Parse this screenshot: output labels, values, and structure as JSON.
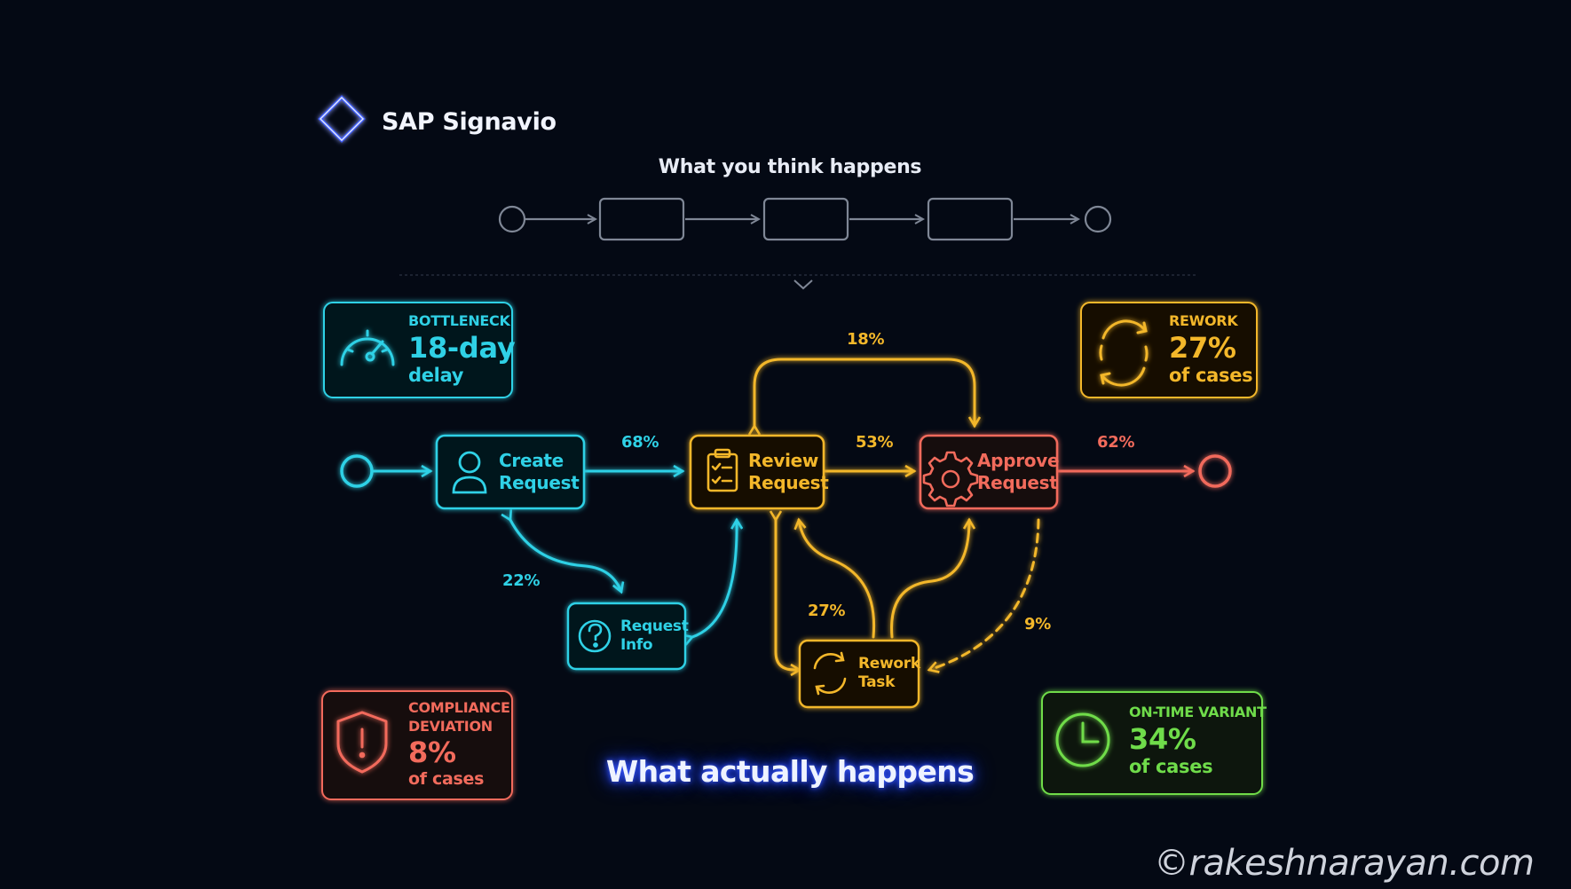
{
  "brand": {
    "name": "SAP Signavio",
    "icon": "diamond-logo-icon"
  },
  "ideal": {
    "title": "What you think happens"
  },
  "actual": {
    "title": "What actually happens"
  },
  "nodes": {
    "create": {
      "lines": [
        "Create",
        "Request"
      ],
      "icon": "user-icon",
      "color": "#2fd1e6"
    },
    "review": {
      "lines": [
        "Review",
        "Request"
      ],
      "icon": "clipboard-icon",
      "color": "#f3b72a"
    },
    "approve": {
      "lines": [
        "Approve",
        "Request"
      ],
      "icon": "gear-icon",
      "color": "#f26b5c"
    },
    "info": {
      "lines": [
        "Request",
        "Info"
      ],
      "icon": "question-icon",
      "color": "#2fd1e6"
    },
    "rework": {
      "lines": [
        "Rework",
        "Task"
      ],
      "icon": "refresh-icon",
      "color": "#f3b72a"
    }
  },
  "flows": {
    "start_create": "",
    "create_review": "68%",
    "review_approve": "53%",
    "approve_end": "62%",
    "review_approve_loop": "18%",
    "create_info": "22%",
    "review_rework": "27%",
    "approve_rework": "9%"
  },
  "metrics": {
    "bottleneck": {
      "label": "BOTTLENECK",
      "value": "18-day",
      "desc": "delay",
      "icon": "gauge-icon",
      "color": "#2fd1e6"
    },
    "rework": {
      "label": "REWORK",
      "value": "27%",
      "desc": "of cases",
      "icon": "cycle-icon",
      "color": "#f3b72a"
    },
    "compliance": {
      "label": [
        "COMPLIANCE",
        "DEVIATION"
      ],
      "value": "8%",
      "desc": "of cases",
      "icon": "shield-alert-icon",
      "color": "#f26b5c"
    },
    "ontime": {
      "label": "ON-TIME VARIANT",
      "value": "34%",
      "desc": "of cases",
      "icon": "clock-icon",
      "color": "#6fdc4a"
    }
  },
  "colors": {
    "cyan": "#2fd1e6",
    "amber": "#f3b72a",
    "coral": "#f26b5c",
    "green": "#6fdc4a",
    "blue": "#3b5bff",
    "gray": "#7f8796"
  },
  "watermark": "©rakeshnarayan.com"
}
